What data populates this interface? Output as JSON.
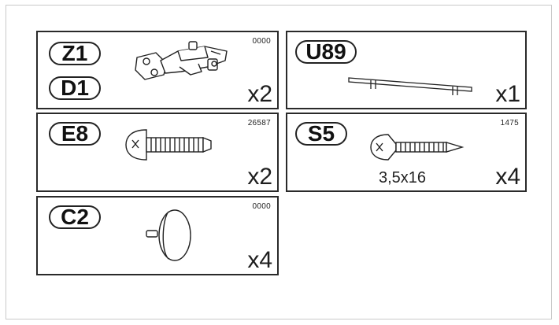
{
  "panels": {
    "hinge": {
      "labels": [
        "Z1",
        "D1"
      ],
      "code": "0000",
      "quantity": "x2",
      "icon": "hinge-icon"
    },
    "handle": {
      "label": "U89",
      "quantity": "x1",
      "icon": "handle-bar-icon"
    },
    "screw_e8": {
      "label": "E8",
      "code": "26587",
      "quantity": "x2",
      "icon": "screw-icon"
    },
    "screw_s5": {
      "label": "S5",
      "code": "1475",
      "size": "3,5x16",
      "quantity": "x4",
      "icon": "countersunk-screw-icon"
    },
    "knob": {
      "label": "C2",
      "code": "0000",
      "quantity": "x4",
      "icon": "cap-knob-icon"
    }
  }
}
